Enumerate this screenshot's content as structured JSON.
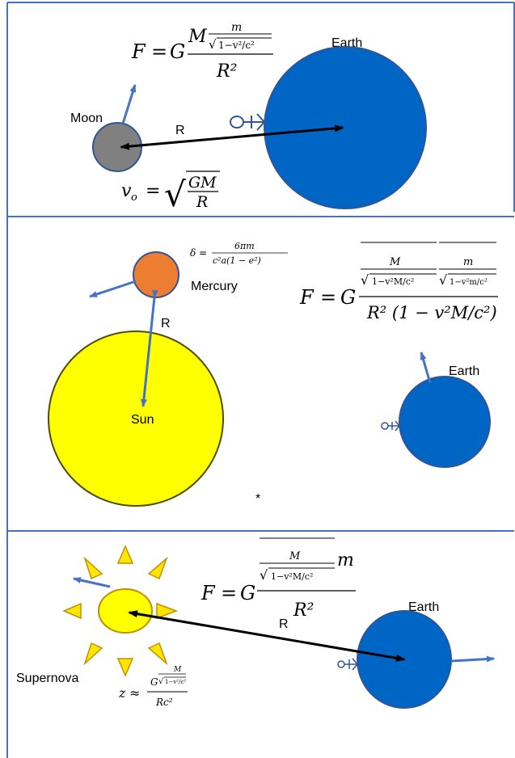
{
  "colors": {
    "border": "#4472C4",
    "arrow_blue": "#4472C4",
    "earth_fill": "#0066C6",
    "earth_stroke": "#2F5597",
    "moon_fill": "#808080",
    "sun_fill": "#FFFF00",
    "sun_stroke": "#7F7F00",
    "mercury_fill": "#ED7D31",
    "supernova_fill": "#FFFF00",
    "supernova_ray": "#FFE600",
    "supernova_stroke": "#BF9000"
  },
  "panel1": {
    "earth_label": "Earth",
    "moon_label": "Moon",
    "distance_label": "R",
    "formula": {
      "lhs": "F",
      "eq": "=",
      "G": "G",
      "M": "M",
      "m": "m",
      "root": "√",
      "root_body": "1−v²/c²",
      "den": "R²"
    },
    "orbital_speed": {
      "lhs": "v",
      "sub": "o",
      "eq": "=",
      "root": "√",
      "num": "GM",
      "den": "R"
    }
  },
  "panel2": {
    "mercury_label": "Mercury",
    "sun_label": "Sun",
    "earth_label": "Earth",
    "distance_label": "R",
    "delta_formula": {
      "lhs": "δ",
      "eq": "=",
      "num": "6πm",
      "den": "c²a(1 − e²)"
    },
    "formula": {
      "lhs": "F",
      "eq": "=",
      "G": "G",
      "M": "M",
      "m": "m",
      "root": "√",
      "root_M": "1−v²M/c²",
      "root_m": "1−v²m/c²",
      "den": "R² (1 − v²M/c²)"
    },
    "dot": "*"
  },
  "panel3": {
    "supernova_label": "Supernova",
    "earth_label": "Earth",
    "distance_label": "R",
    "formula": {
      "lhs": "F",
      "eq": "=",
      "G": "G",
      "M": "M",
      "m": "m",
      "root": "√",
      "root_body": "1−v²M/c²",
      "den": "R²"
    },
    "redshift": {
      "lhs": "z",
      "approx": "≈",
      "G": "G",
      "M": "M",
      "root": "√",
      "root_body": "1−v²/c²",
      "den": "Rc²"
    }
  }
}
